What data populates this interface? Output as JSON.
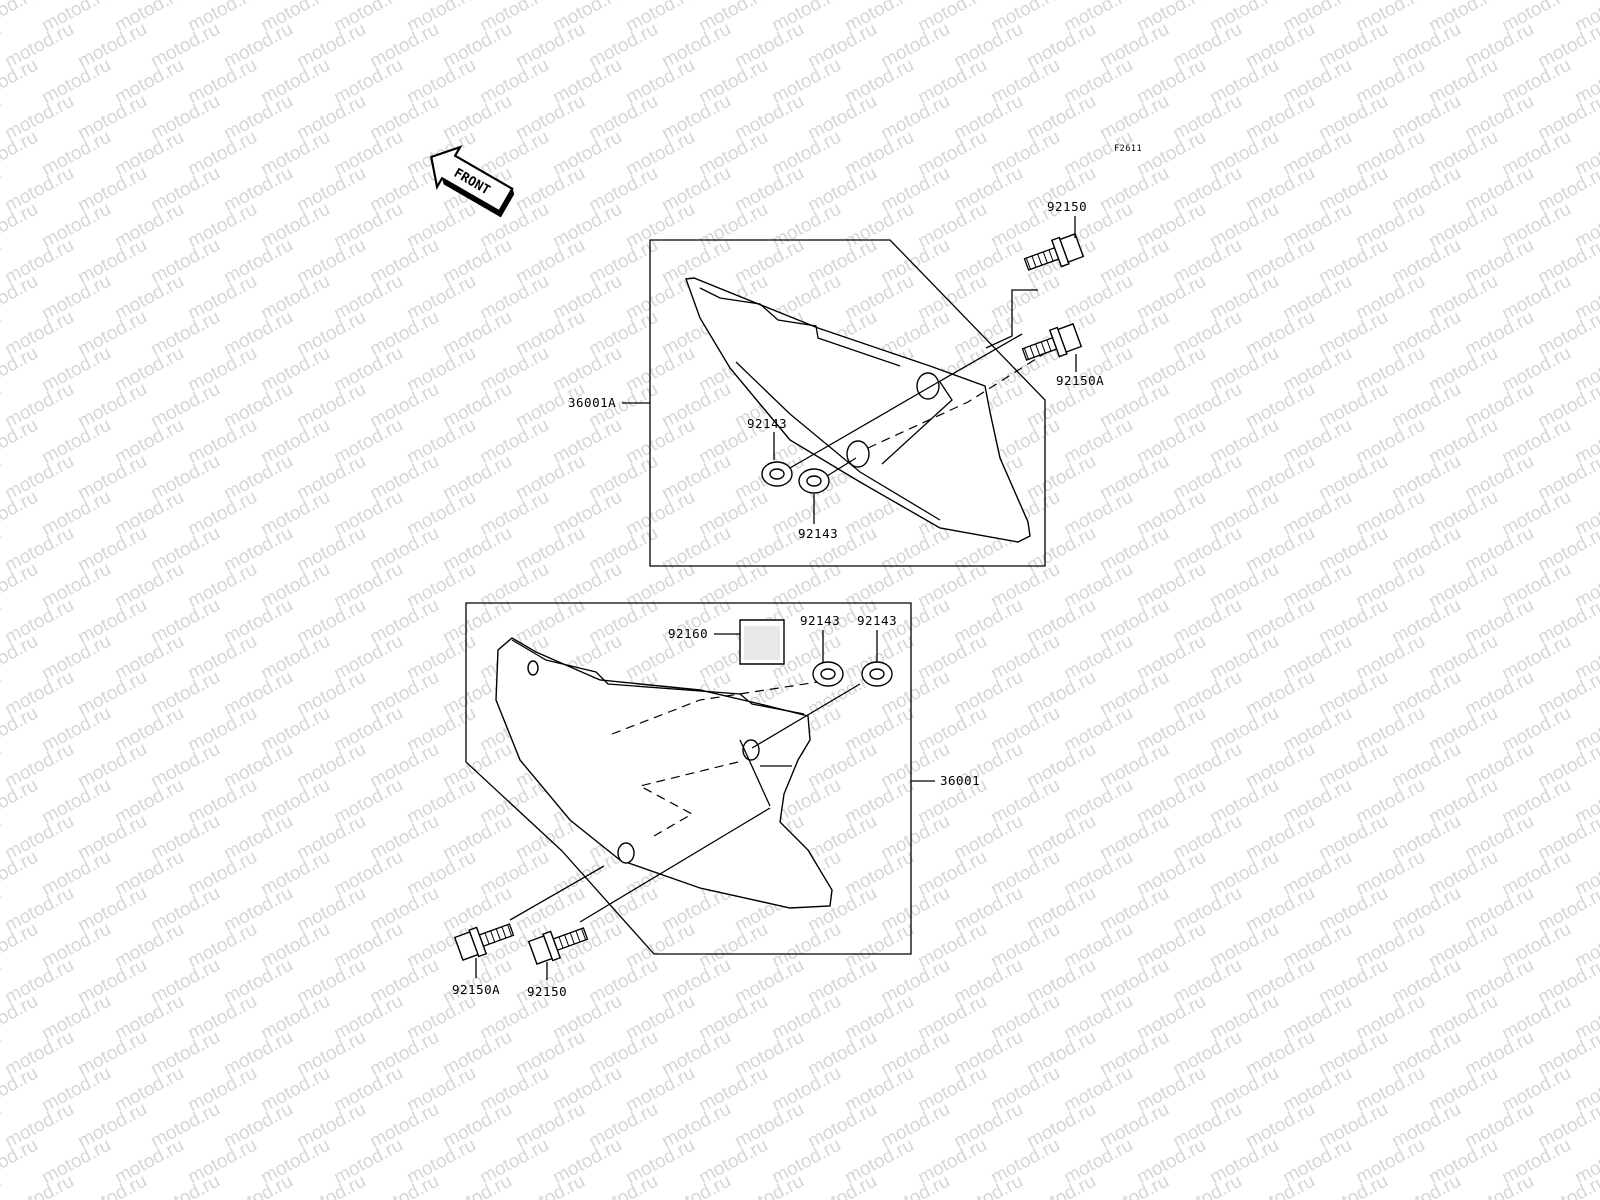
{
  "diagram_id": "F2611",
  "front_arrow_text": "FRONT",
  "watermark_text": "motod.ru",
  "upper_assembly": {
    "label": "36001A",
    "bolt_top": "92150",
    "bolt_lower": "92150A",
    "grommet_upper": "92143",
    "grommet_lower": "92143"
  },
  "lower_assembly": {
    "label": "36001",
    "pad": "92160",
    "grommet_left": "92143",
    "grommet_right": "92143",
    "bolt_left": "92150A",
    "bolt_right": "92150"
  }
}
